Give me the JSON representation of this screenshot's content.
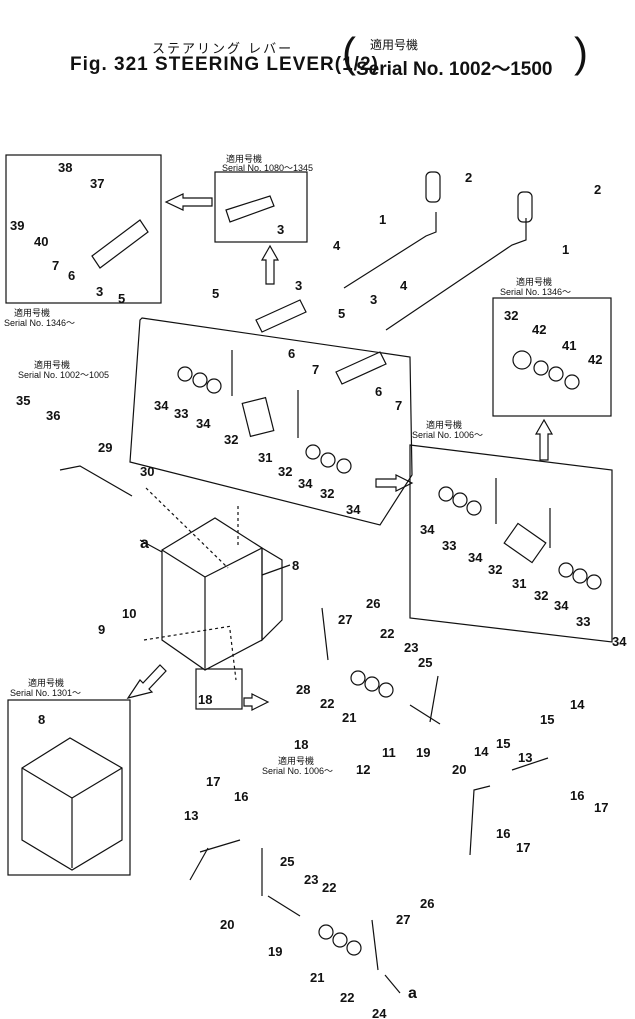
{
  "title": {
    "japanese": "ステアリング レバー",
    "english": "Fig. 321 STEERING LEVER(1/2)",
    "serial_japanese": "適用号機",
    "serial_english": "Serial No. 1002～1500"
  },
  "captions": {
    "c1080": {
      "jp": "適用号機",
      "en": "Serial No. 1080～1345"
    },
    "c1346a": {
      "jp": "適用号機",
      "en": "Serial No. 1346～"
    },
    "c1346b": {
      "jp": "適用号機",
      "en": "Serial No. 1346～"
    },
    "c1002": {
      "jp": "適用号機",
      "en": "Serial No. 1002～1005"
    },
    "c1006a": {
      "jp": "適用号機",
      "en": "Serial No. 1006～"
    },
    "c1006b": {
      "jp": "適用号機",
      "en": "Serial No. 1006～"
    },
    "c1301": {
      "jp": "適用号機",
      "en": "Serial No. 1301～"
    }
  },
  "letter_a": "a",
  "callouts": [
    "1",
    "2",
    "3",
    "4",
    "5",
    "6",
    "7",
    "8",
    "9",
    "10",
    "11",
    "12",
    "13",
    "14",
    "15",
    "16",
    "17",
    "18",
    "19",
    "20",
    "21",
    "22",
    "23",
    "24",
    "25",
    "26",
    "27",
    "28",
    "29",
    "30",
    "31",
    "32",
    "33",
    "34",
    "35",
    "36",
    "37",
    "38",
    "39",
    "40",
    "41",
    "42"
  ]
}
